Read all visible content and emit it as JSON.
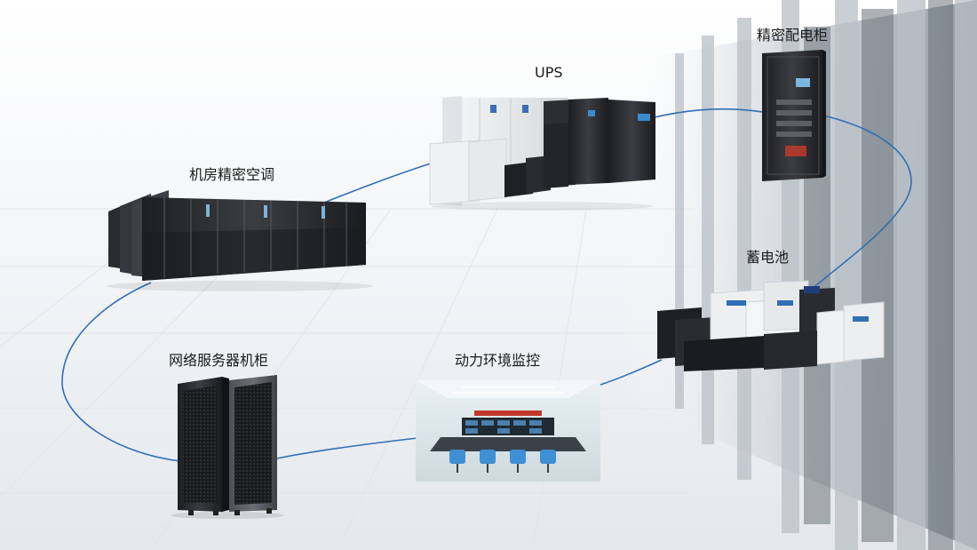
{
  "diagram": {
    "nodes": [
      {
        "id": "ups",
        "label": "UPS",
        "icon": "ups-icon"
      },
      {
        "id": "pdc",
        "label": "精密配电柜",
        "icon": "power-distribution-cabinet-icon"
      },
      {
        "id": "crac",
        "label": "机房精密空调",
        "icon": "precision-air-conditioner-icon"
      },
      {
        "id": "battery",
        "label": "蓄电池",
        "icon": "battery-icon"
      },
      {
        "id": "rack",
        "label": "网络服务器机柜",
        "icon": "server-rack-icon"
      },
      {
        "id": "monitor",
        "label": "动力环境监控",
        "icon": "monitoring-center-icon"
      }
    ],
    "connections": [
      [
        "crac",
        "ups"
      ],
      [
        "ups",
        "pdc"
      ],
      [
        "pdc",
        "battery"
      ],
      [
        "battery",
        "monitor"
      ],
      [
        "monitor",
        "rack"
      ],
      [
        "rack",
        "crac"
      ]
    ],
    "colors": {
      "connector": "#2f6fb6",
      "cabinet": "#2b2d31",
      "ups_light": "#eceeef"
    }
  }
}
